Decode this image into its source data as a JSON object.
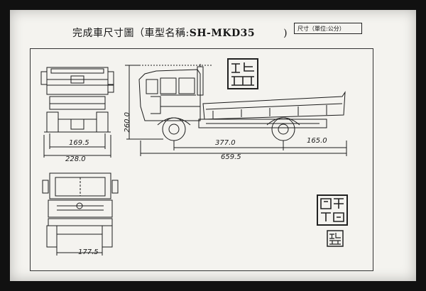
{
  "document": {
    "title_prefix": "完成車尺寸圖（車型名稱:",
    "model": "SH-MKD35",
    "title_suffix": ")",
    "unit_label": "尺寸（單位:公分）"
  },
  "dimensions": {
    "rear_track": "169.5",
    "overall_width": "228.0",
    "cab_height": "260.0",
    "wheelbase": "377.0",
    "rear_overhang": "165.0",
    "overall_length": "659.5",
    "front_track": "177.5"
  },
  "icons": {
    "seal_top": "official-seal-icon",
    "seal_mid": "official-seal-icon",
    "seal_small": "official-seal-icon"
  }
}
